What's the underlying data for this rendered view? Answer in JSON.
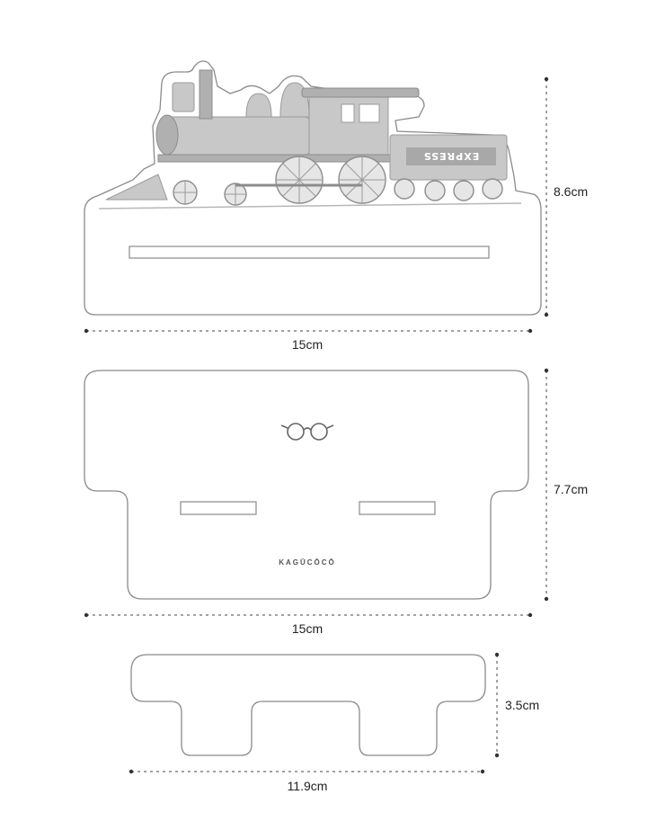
{
  "panels": {
    "top": {
      "height_label": "8.6cm",
      "width_label": "15cm",
      "tender_text": "EXPRESS"
    },
    "middle": {
      "height_label": "7.7cm",
      "width_label": "15cm",
      "brand_logo": "KAGŪCŌCŌ"
    },
    "bottom": {
      "height_label": "3.5cm",
      "width_label": "11.9cm"
    }
  },
  "icons": {
    "glasses": "glasses-icon",
    "train": "steam-locomotive-illustration"
  },
  "colors": {
    "outline": "#8a8a8a",
    "illustration": "#c8c8c8",
    "dimension": "#444444"
  }
}
